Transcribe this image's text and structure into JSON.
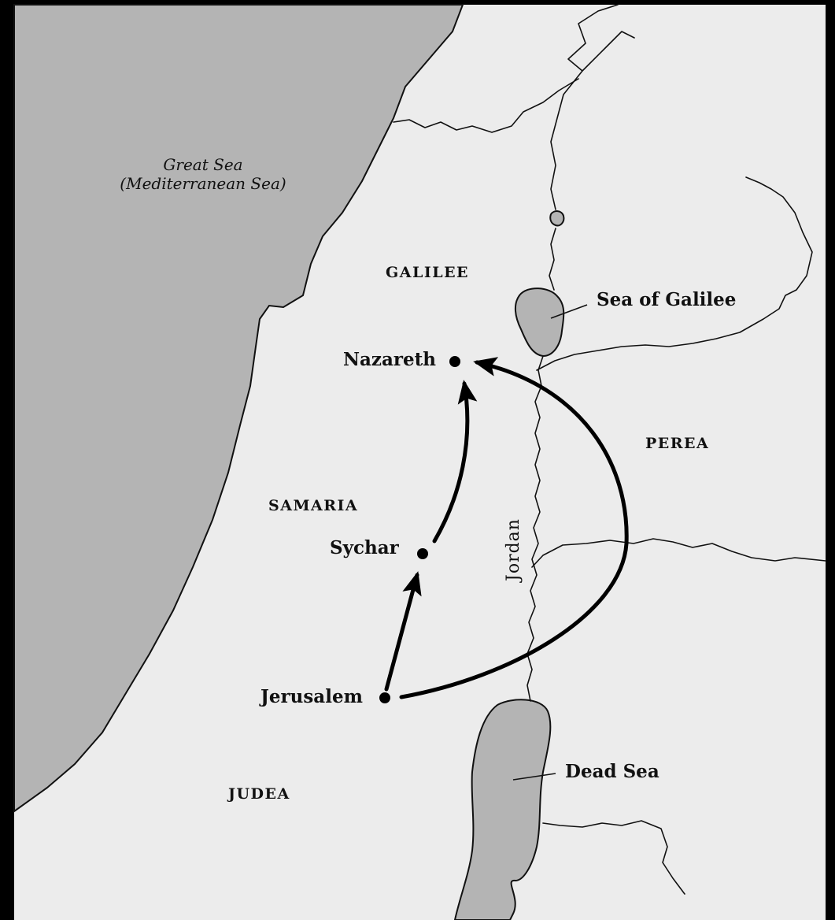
{
  "map": {
    "seas": {
      "great_sea": {
        "line1": "Great Sea",
        "line2": "(Mediterranean Sea)"
      },
      "sea_of_galilee": "Sea of Galilee",
      "dead_sea": "Dead Sea"
    },
    "regions": {
      "galilee": "GALILEE",
      "samaria": "SAMARIA",
      "perea": "PEREA",
      "judea": "JUDEA"
    },
    "rivers": {
      "jordan": "Jordan"
    },
    "places": {
      "nazareth": "Nazareth",
      "sychar": "Sychar",
      "jerusalem": "Jerusalem"
    },
    "routes": [
      {
        "from": "Jerusalem",
        "via": "Sychar",
        "to": "Nazareth"
      },
      {
        "from": "Jerusalem",
        "to": "Nazareth"
      }
    ],
    "colors": {
      "frame": "#000000",
      "land": "#ececec",
      "water": "#b4b4b4",
      "ink": "#111111"
    }
  }
}
